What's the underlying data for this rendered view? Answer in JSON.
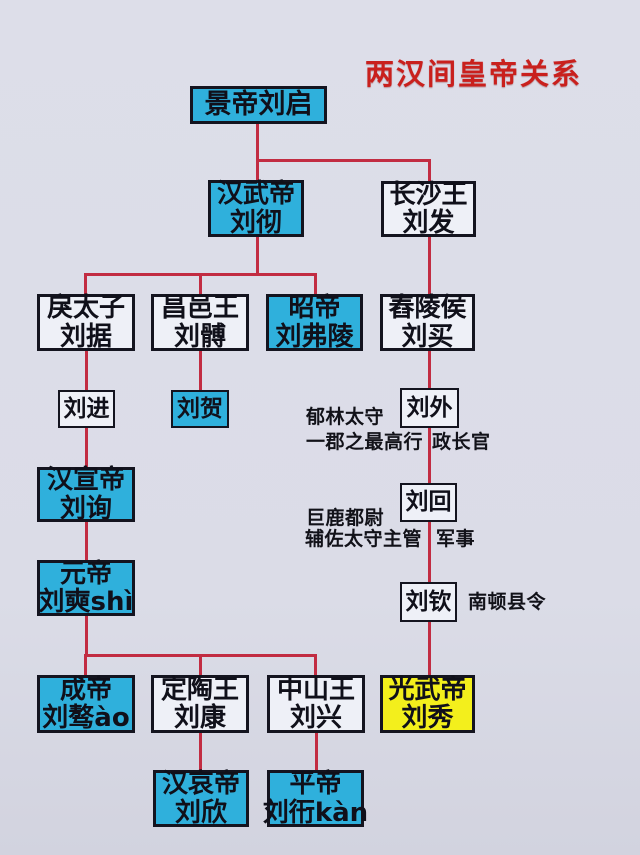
{
  "title": {
    "text": "两汉间皇帝关系"
  },
  "palette": {
    "background": "#dbdce7",
    "box_blue": "#2fb0dc",
    "box_yellow": "#f3ef1c",
    "box_white": "#eef0f7",
    "border_dark": "#14141f",
    "line_red": "#c22c42",
    "title_red": "#c9201d",
    "text_dark": "#10101a"
  },
  "nodes": [
    {
      "id": "jingdi-liuqi",
      "lines": [
        "景帝刘启"
      ],
      "color": "blue"
    },
    {
      "id": "hanwudi-liuche",
      "lines": [
        "汉武帝",
        "刘彻"
      ],
      "color": "blue"
    },
    {
      "id": "changshawang-liufa",
      "lines": [
        "长沙王",
        "刘发"
      ],
      "color": "white"
    },
    {
      "id": "litaizi-liuju",
      "lines": [
        "戾太子",
        "刘据"
      ],
      "color": "white"
    },
    {
      "id": "changyiwang-liubo",
      "lines": [
        "昌邑王",
        "刘髆"
      ],
      "color": "white"
    },
    {
      "id": "zhaodi-liufuling",
      "lines": [
        "昭帝",
        "刘弗陵"
      ],
      "color": "blue"
    },
    {
      "id": "chunlinghou-liumai",
      "lines": [
        "舂陵侯",
        "刘买"
      ],
      "color": "white"
    },
    {
      "id": "liujin",
      "lines": [
        "刘进"
      ],
      "color": "white"
    },
    {
      "id": "liuhe",
      "lines": [
        "刘贺"
      ],
      "color": "blue"
    },
    {
      "id": "liuwai",
      "lines": [
        "刘外"
      ],
      "color": "white"
    },
    {
      "id": "hanxuandi-liuxun",
      "lines": [
        "汉宣帝",
        "刘询"
      ],
      "color": "blue"
    },
    {
      "id": "liuhui",
      "lines": [
        "刘回"
      ],
      "color": "white"
    },
    {
      "id": "yuandi-liushi",
      "lines": [
        "元帝",
        "刘奭shì"
      ],
      "color": "blue"
    },
    {
      "id": "liuqin",
      "lines": [
        "刘钦"
      ],
      "color": "white"
    },
    {
      "id": "chengdi-liuao",
      "lines": [
        "成帝",
        "刘骜ào"
      ],
      "color": "blue"
    },
    {
      "id": "dingtaowang-liukang",
      "lines": [
        "定陶王",
        "刘康"
      ],
      "color": "white"
    },
    {
      "id": "zhongshanwang-liuxing",
      "lines": [
        "中山王",
        "刘兴"
      ],
      "color": "white"
    },
    {
      "id": "guangwudi-liuxiu",
      "lines": [
        "光武帝",
        "刘秀"
      ],
      "color": "yellow"
    },
    {
      "id": "hanaidi-liuxin",
      "lines": [
        "汉哀帝",
        "刘欣"
      ],
      "color": "blue"
    },
    {
      "id": "pingdi-liukan",
      "lines": [
        "平帝",
        "刘衎kàn"
      ],
      "color": "blue"
    }
  ],
  "annotations": [
    {
      "id": "yulin-taishou",
      "text": "郁林太守"
    },
    {
      "id": "yijun-zuigaoxing",
      "text": "一郡之最高行"
    },
    {
      "id": "zhengzhangguan",
      "text": "政长官"
    },
    {
      "id": "julu-duwei",
      "text": "巨鹿都尉"
    },
    {
      "id": "fuzuo-taishou-zhuguan",
      "text": "辅佐太守主管"
    },
    {
      "id": "junshi",
      "text": "军事"
    },
    {
      "id": "nandun-xianling",
      "text": "南顿县令"
    }
  ]
}
